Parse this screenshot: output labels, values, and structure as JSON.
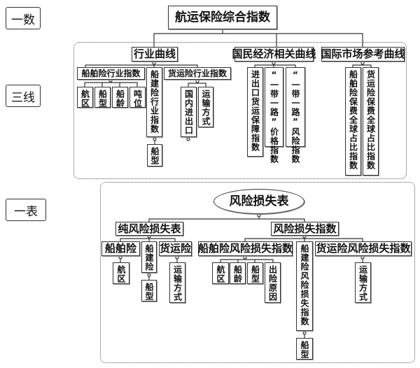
{
  "labels": {
    "yishu": "一数",
    "sanxian": "三线",
    "yibiao": "一表"
  },
  "top": {
    "title": "航运保险综合指数",
    "industry": {
      "label": "行业曲线",
      "hull": "船舶险行业指数",
      "hull_children": [
        "航区",
        "船型",
        "船龄",
        "吨位"
      ],
      "construction": "船建险行业指数",
      "construction_child": "船型",
      "cargo": "货运险行业指数",
      "cargo_children": [
        "国内进出口",
        "运输方式"
      ]
    },
    "economy": {
      "label": "国民经济相关曲线",
      "children": [
        "进出口货运保障指数",
        "“一带一路”价格指数",
        "“一带一路”风险指数"
      ]
    },
    "market": {
      "label": "国际市场参考曲线",
      "children": [
        "船舶险保费全球占比指数",
        "货运险保费全球占比指数"
      ]
    }
  },
  "bottom": {
    "title": "风险损失表",
    "pure": {
      "label": "纯风险损失表",
      "hull": "船舶险",
      "hull_child": "航区",
      "construction": "船建险",
      "construction_child": "船型",
      "cargo": "货运险",
      "cargo_child": "运输方式"
    },
    "index": {
      "label": "风险损失指数",
      "hull": "船舶险风险损失指数",
      "hull_children": [
        "航区",
        "船龄",
        "船型",
        "出险原因"
      ],
      "construction": "船建险风险损失指数",
      "construction_child": "船型",
      "cargo": "货运险风险损失指数",
      "cargo_child": "运输方式"
    }
  }
}
